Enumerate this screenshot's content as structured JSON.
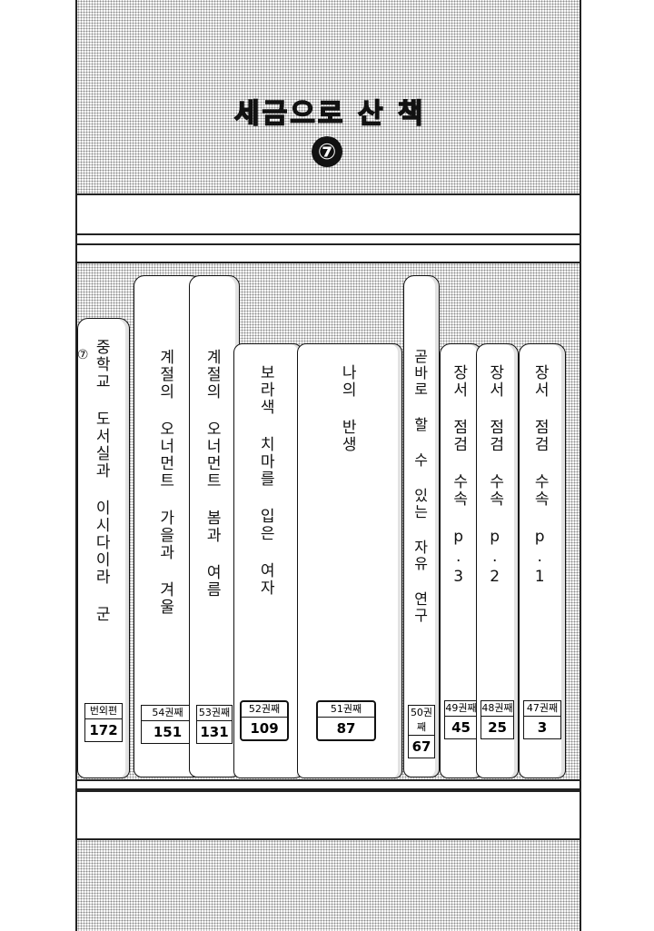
{
  "title": "세금으로 산 책",
  "volume_mark": "⑦",
  "books": [
    {
      "title": "중학교 도서실과 이시다이라 군",
      "sub_mark": "⑦",
      "number": "번외편",
      "page": "172"
    },
    {
      "title": "계절의 오너먼트 가을과 겨울",
      "sub_mark": "",
      "number": "54권째",
      "page": "151"
    },
    {
      "title": "계절의 오너먼트 봄과 여름",
      "sub_mark": "",
      "number": "53권째",
      "page": "131"
    },
    {
      "title": "보라색 치마를 입은 여자",
      "sub_mark": "",
      "number": "52권째",
      "page": "109"
    },
    {
      "title": "나의 반생",
      "sub_mark": "",
      "number": "51권째",
      "page": "87"
    },
    {
      "title": "곧바로 할 수 있는 자유 연구",
      "sub_mark": "",
      "number": "50권째",
      "page": "67"
    },
    {
      "title": "장서 점검 수속 p.3",
      "sub_mark": "",
      "number": "49권째",
      "page": "45"
    },
    {
      "title": "장서 점검 수속 p.2",
      "sub_mark": "",
      "number": "48권째",
      "page": "25"
    },
    {
      "title": "장서 점검 수속 p.1",
      "sub_mark": "",
      "number": "47권째",
      "page": "3"
    }
  ]
}
